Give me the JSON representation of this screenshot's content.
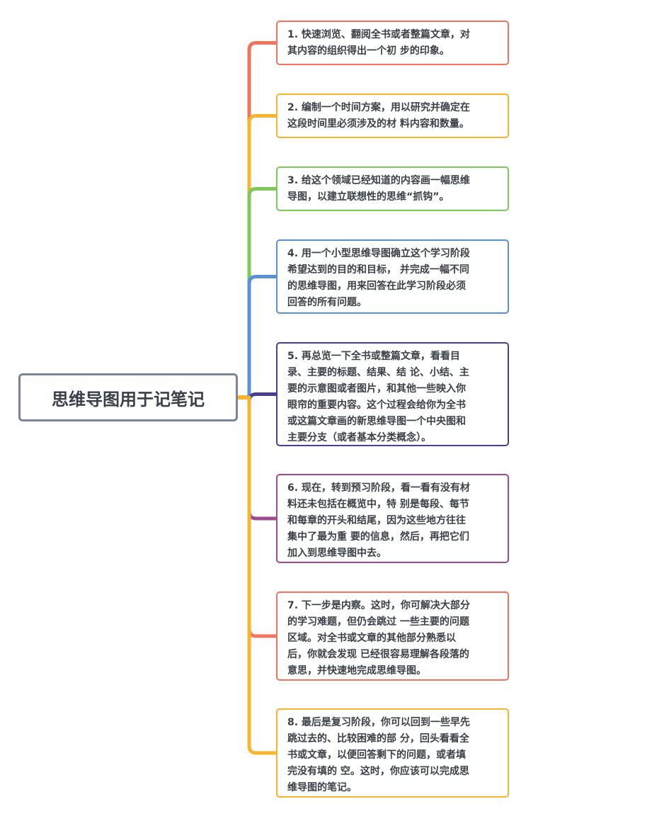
{
  "root": {
    "label": "思维导图用于记笔记"
  },
  "nodes": [
    {
      "text": "1. 快速浏览、翻阅全书或者整篇文章，对\n其内容的组织得出一个初 步的印象。",
      "color": "#f4735f"
    },
    {
      "text": "2. 编制一个时间方案，用以研究并确定在\n这段时间里必须涉及的材 料内容和数量。",
      "color": "#f7b42c"
    },
    {
      "text": "3. 给这个领域已经知道的内容画一幅思维\n导图，以建立联想性的思维“抓钩”。",
      "color": "#7ec75b"
    },
    {
      "text": "4. 用一个小型思维导图确立这个学习阶段\n希望达到的目的和目标， 并完成一幅不同\n的思维导图，用来回答在此学习阶段必须\n回答的所有问题。",
      "color": "#5b8fd6"
    },
    {
      "text": "5. 再总览一下全书或整篇文章，看看目\n录、主要的标题、结果、结 论、小结、主\n要的示意图或者图片，和其他一些映入你\n眼帘的重要内容。这个过程会给你为全书\n或这篇文章画的新思维导图一个中央图和\n主要分支（或者基本分类概念）。",
      "color": "#4a3f8f"
    },
    {
      "text": "6. 现在，转到预习阶段，看一看有没有材\n料还未包括在概览中，特 别是每段、每节\n和每章的开头和结尾，因为这些地方往往\n集中了最为重 要的信息，然后，再把它们\n加入到思维导图中去。",
      "color": "#9b4b8e"
    },
    {
      "text": "7. 下一步是内察。这时，你可解决大部分\n的学习难题，但仍会跳过 一些主要的问题\n区域。对全书或文章的其他部分熟悉以\n后，你就会发现 已经很容易理解各段落的\n意思，并快速地完成思维导图。",
      "color": "#f4735f"
    },
    {
      "text": "8. 最后是复习阶段，你可以回到一些早先\n跳过去的、比较困难的部 分，回头看看全\n书或文章，以便回答剩下的问题，或者填\n完没有填的 空。这时，你应该可以完成思\n维导图的笔记。",
      "color": "#f7b42c"
    }
  ],
  "trunk_color": "#f7b42c"
}
